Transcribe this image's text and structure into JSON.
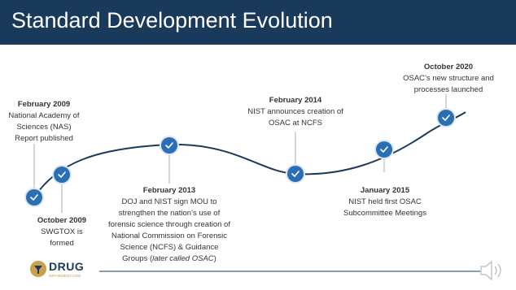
{
  "title": "Standard Development Evolution",
  "events": [
    {
      "date": "February 2009",
      "desc": "National Academy of Sciences (NAS) Report published"
    },
    {
      "date": "October 2009",
      "desc": "SWGTOX is formed"
    },
    {
      "date": "February 2013",
      "desc_a": "DOJ and NIST sign MOU to strengthen the nation’s use of forensic science through creation of National Commission on Forensic Science (NCFS) & Guidance Groups",
      "desc_b": "(",
      "desc_italic": "later called OSAC",
      "desc_c": ")"
    },
    {
      "date": "February 2014",
      "desc": "NIST announces creation of OSAC at NCFS"
    },
    {
      "date": "January 2015",
      "desc": "NIST held first OSAC Subcommittee Meetings"
    },
    {
      "date": "October 2020",
      "desc": "OSAC’s new structure and processes launched"
    }
  ],
  "logo": {
    "text": "DRUG",
    "sub": "IMPAIRMENT.COM"
  },
  "colors": {
    "title_bar": "#1a3a5c",
    "marker": "#2a6fb4",
    "line": "#1a3a5c",
    "logo_gold": "#c7a24a"
  },
  "icons": [
    "check-icon",
    "speaker-icon"
  ]
}
